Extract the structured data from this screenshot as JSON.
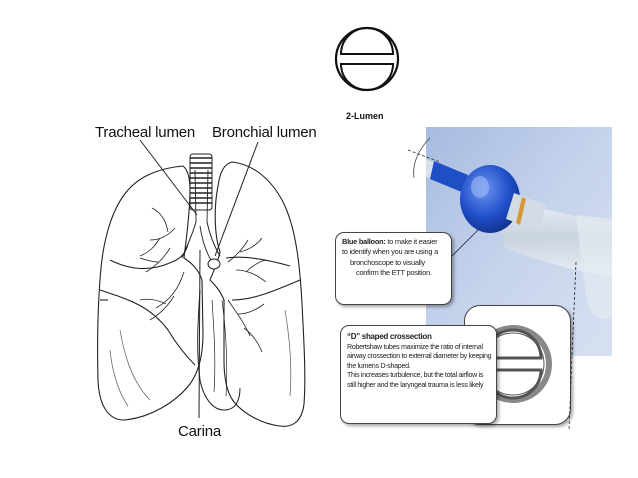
{
  "labels": {
    "tracheal_lumen": "Tracheal lumen",
    "bronchial_lumen": "Bronchial lumen",
    "carina": "Carina",
    "two_lumen": "2-Lumen"
  },
  "balloon_callout": {
    "title": "Blue balloon:",
    "line1": " to make it easier",
    "line2": "to identify when you are using a",
    "line3": "bronchoscope to visually",
    "line4": "confirm the ETT position."
  },
  "dshape_callout": {
    "title": "“D” shaped crossection",
    "line1": "Robertshaw tubes maximize the ratio of internal",
    "line2": "airway crossection to external diameter by keeping",
    "line3": "the lumens D-shaped.",
    "line4": "This increases turbulence, but the total airflow is",
    "line5": "still higher and the laryngeal trauma is less likely"
  },
  "colors": {
    "ink": "#222222",
    "balloon_blue": "#1f4fc9",
    "photo_bg": "#b9c9e6",
    "tube_clear": "#dfe6ee"
  },
  "icons": {
    "lumen_icon": "double-lumen-cross-section",
    "photo": "endotracheal-tube-photo"
  }
}
